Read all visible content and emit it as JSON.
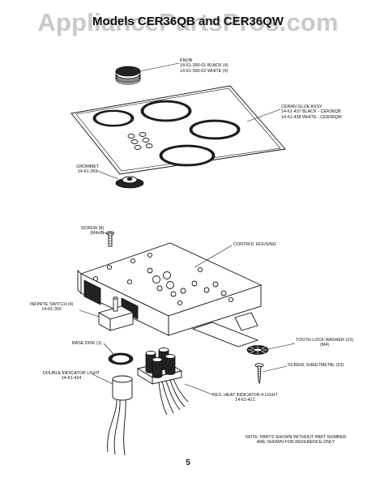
{
  "watermark": "AppliancePartsPros.com",
  "title": "Models CER36QB and CER36QW",
  "labels": {
    "knob": [
      "KNOB",
      "14-61-390-01 BLACK (4)",
      "14-61-390-02 WHITE (4)"
    ],
    "ceran_glass": [
      "CERAN GLUE ASSY",
      "14-61-437 BLACK - CER36QB",
      "14-61-438 WHITE - CER36QW"
    ],
    "grommet": [
      "GROMMET",
      "14-61-359"
    ],
    "screw": [
      "SCREW (8)",
      "(M4x8)"
    ],
    "control_housing": [
      "CONTROL HOUSING"
    ],
    "infinite_switch": [
      "INFINITE SWITCH (4)",
      "14-61-392"
    ],
    "base_disk": [
      "BASE DISK (1)"
    ],
    "double_indicator_light": [
      "DOUBLE INDICATOR LIGHT",
      "14-61-424"
    ],
    "tooth_lock_washer": [
      "TOOTH LOCK WASHER (15)",
      "(M4)"
    ],
    "screw_sheetmetal": [
      "SCREW, SHEETMETAL (23)"
    ],
    "res_heat_indicator": [
      "RES. HEAT INDICATOR-4 LIGHT",
      "14-61-421"
    ]
  },
  "note": [
    "NOTE: PARTS SHOWN WITHOUT PART NUMBER",
    "ARE SHOWN FOR REFERENCE ONLY"
  ],
  "page_number": "5"
}
